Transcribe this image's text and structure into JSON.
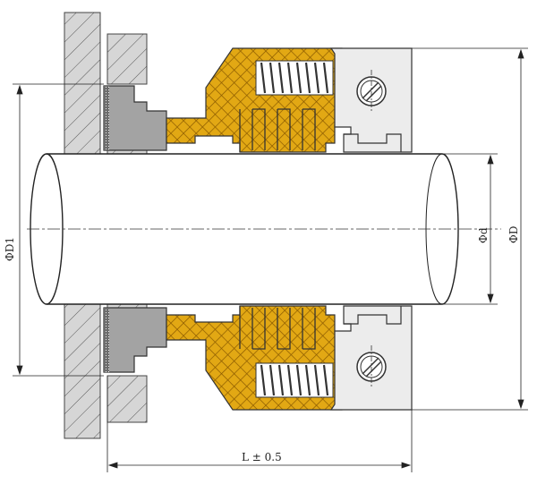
{
  "labels": {
    "dim_D1": "ΦD1",
    "dim_d": "Φd",
    "dim_D": "ΦD",
    "dim_L": "L ± 0.5"
  },
  "colors": {
    "elastomer": "#e2a814",
    "hatch": "#8a5a00",
    "housing": "#d4d4d4",
    "ring": "#9b9b9b",
    "collar": "#ececec",
    "line": "#222222",
    "shaft": "#ffffff"
  },
  "icons": {
    "set_screw": "set-screw-icon",
    "spring": "spring-coil-icon"
  }
}
